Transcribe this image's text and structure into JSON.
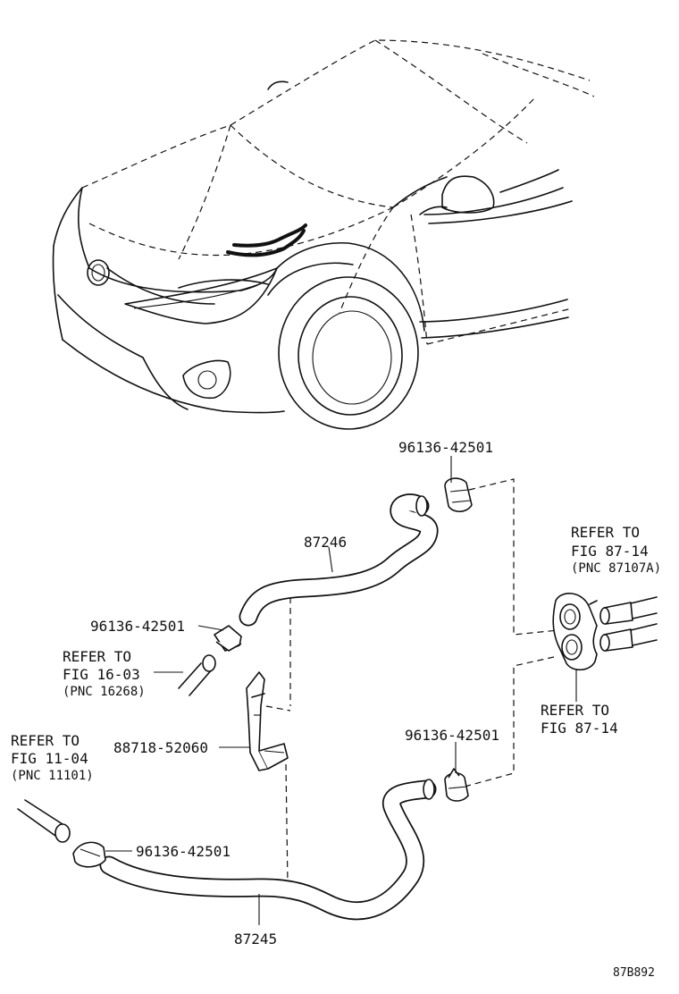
{
  "labels": {
    "part_87246": "87246",
    "part_87245": "87245",
    "clamp_top": "96136-42501",
    "clamp_left": "96136-42501",
    "clamp_right": "96136-42501",
    "clamp_bottom": "96136-42501",
    "clip": "88718-52060",
    "ref_16_line1": "REFER TO",
    "ref_16_line2": "FIG 16-03",
    "ref_16_line3": "(PNC 16268)",
    "ref_11_line1": "REFER TO",
    "ref_11_line2": "FIG 11-04",
    "ref_11_line3": "(PNC 11101)",
    "ref_87a_line1": "REFER TO",
    "ref_87a_line2": "FIG 87-14",
    "ref_87a_line3": "(PNC 87107A)",
    "ref_87b_line1": "REFER TO",
    "ref_87b_line2": "FIG 87-14",
    "figure_code": "87B892"
  }
}
